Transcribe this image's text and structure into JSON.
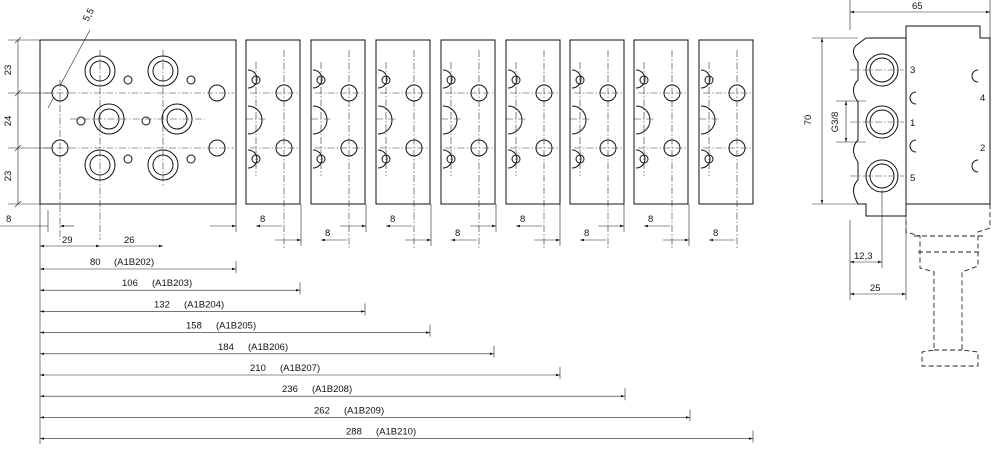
{
  "front_view": {
    "dims_left": [
      "23",
      "24",
      "23"
    ],
    "diag_label": "5,5",
    "pitch_label": "8",
    "base_dims": [
      "29",
      "26"
    ],
    "lengths": [
      {
        "value": "80",
        "code": "(A1B202)"
      },
      {
        "value": "106",
        "code": "(A1B203)"
      },
      {
        "value": "132",
        "code": "(A1B204)"
      },
      {
        "value": "158",
        "code": "(A1B205)"
      },
      {
        "value": "184",
        "code": "(A1B206)"
      },
      {
        "value": "210",
        "code": "(A1B207)"
      },
      {
        "value": "236",
        "code": "(A1B208)"
      },
      {
        "value": "262",
        "code": "(A1B209)"
      },
      {
        "value": "288",
        "code": "(A1B210)"
      }
    ]
  },
  "side_view": {
    "width": "65",
    "height": "70",
    "thread": "G3/8",
    "port_offset": "12,3",
    "depth": "25",
    "ports_left": [
      "3",
      "1",
      "5"
    ],
    "ports_right": [
      "4",
      "2"
    ]
  }
}
